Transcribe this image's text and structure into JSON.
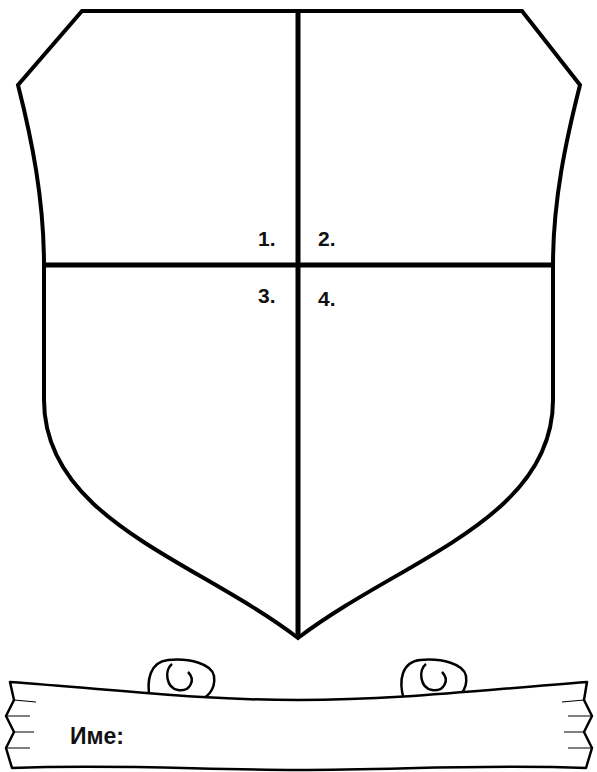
{
  "diagram": {
    "nodes": [
      {
        "text": [
          "Име:"
        ]
      }
    ],
    "labels": [
      "1.",
      "2.",
      "3.",
      "4."
    ]
  }
}
